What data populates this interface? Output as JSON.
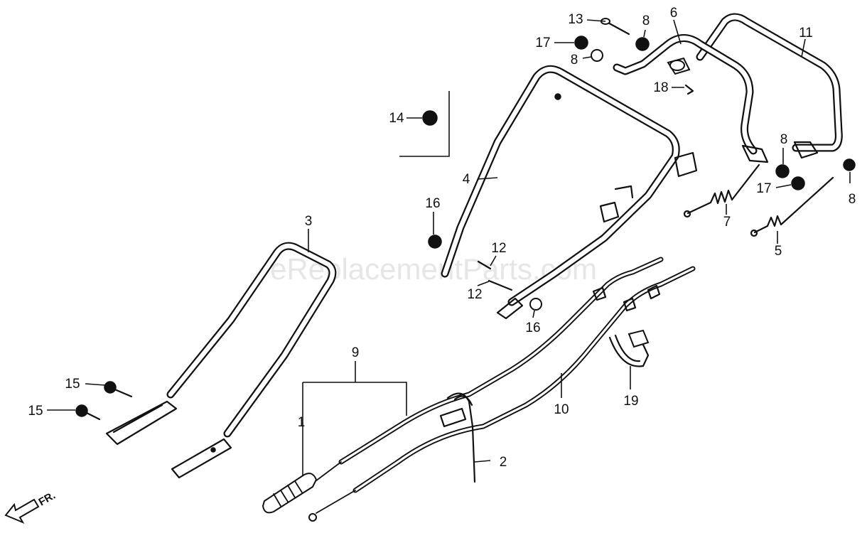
{
  "watermark": "eReplacementParts.com",
  "direction_label": "FR.",
  "callouts": {
    "c1": "1",
    "c2": "2",
    "c3": "3",
    "c4": "4",
    "c5": "5",
    "c6": "6",
    "c7": "7",
    "c8a": "8",
    "c8b": "8",
    "c8c": "8",
    "c8d": "8",
    "c9": "9",
    "c10": "10",
    "c11": "11",
    "c12a": "12",
    "c12b": "12",
    "c13": "13",
    "c14": "14",
    "c15a": "15",
    "c15b": "15",
    "c16a": "16",
    "c16b": "16",
    "c17a": "17",
    "c17b": "17",
    "c18": "18",
    "c19": "19"
  }
}
